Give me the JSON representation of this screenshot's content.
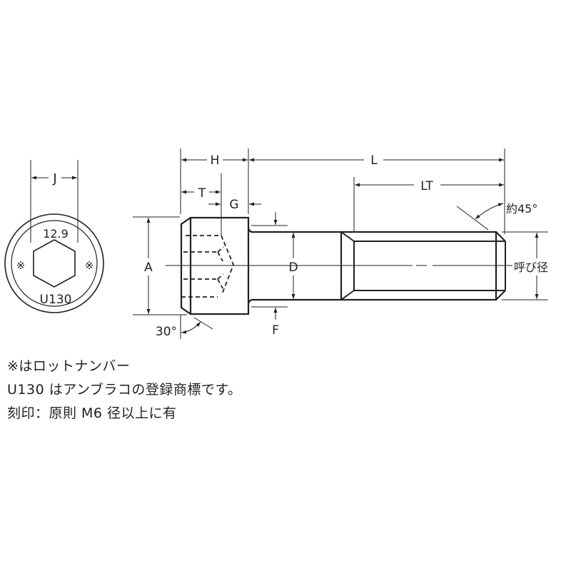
{
  "diagram": {
    "subject": "Hexagon socket head cap screw",
    "colors": {
      "line": "#231f20",
      "background": "#ffffff"
    },
    "end_view": {
      "dimension_label": "J",
      "top_marking": "12.9",
      "bottom_marking": "U130",
      "left_mark": "※",
      "right_mark": "※"
    },
    "side_view": {
      "dimensions": {
        "H": "H",
        "T": "T",
        "G": "G",
        "L": "L",
        "LT": "LT",
        "A": "A",
        "D": "D",
        "F": "F",
        "nominal_diameter": "呼び径"
      },
      "angles": {
        "head_chamfer": "30°",
        "thread_chamfer": "約45°"
      }
    }
  },
  "notes": [
    "※はロットナンバー",
    "U130 はアンブラコの登録商標です。",
    "刻印：原則 M6 径以上に有"
  ]
}
